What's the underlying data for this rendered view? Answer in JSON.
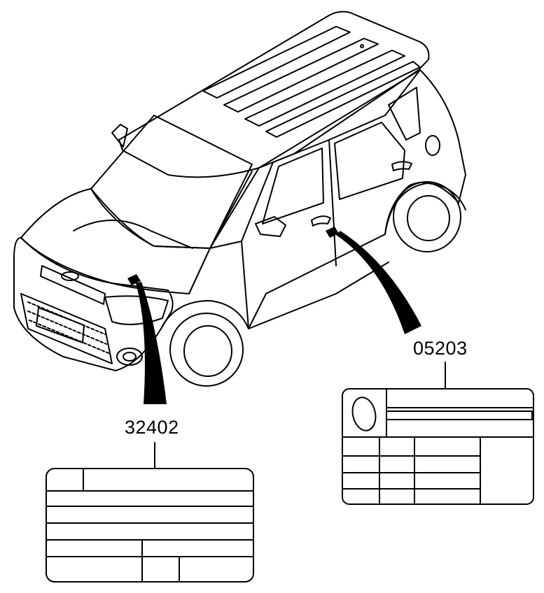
{
  "parts": [
    {
      "id": "label-a",
      "number": "32402"
    },
    {
      "id": "label-b",
      "number": "05203"
    }
  ]
}
